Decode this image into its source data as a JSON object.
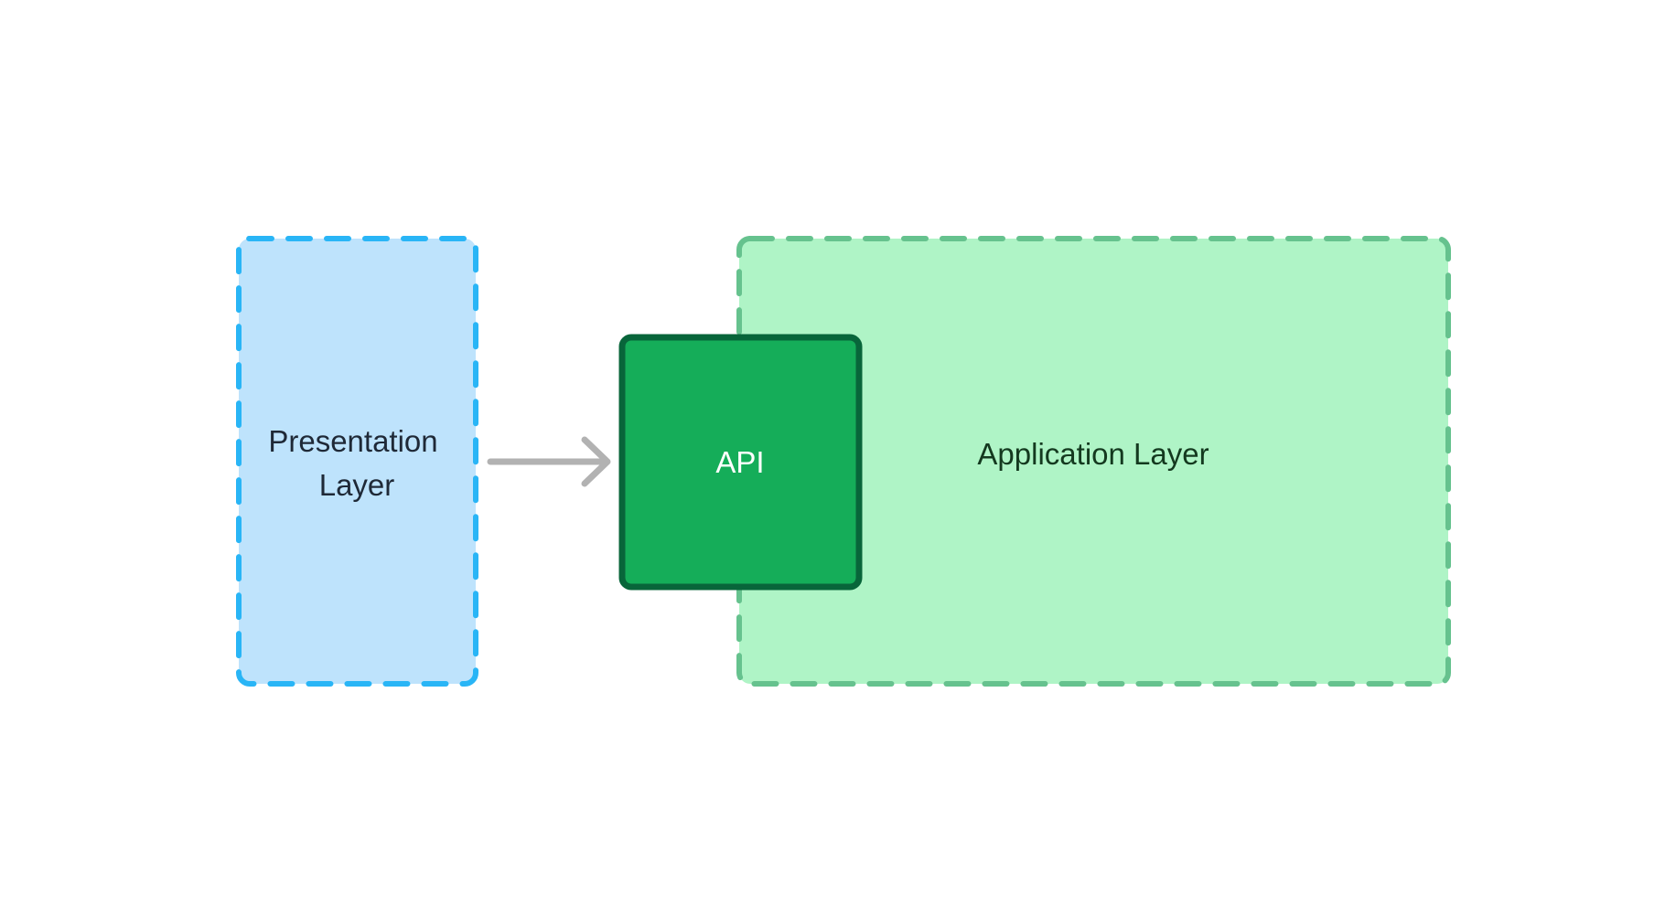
{
  "nodes": {
    "presentation": {
      "label_line1": "Presentation",
      "label_line2": "Layer",
      "fill": "#bee3fc",
      "stroke": "#29b5f6",
      "text_color": "#1f2937"
    },
    "api": {
      "label": "API",
      "fill": "#15ad59",
      "stroke": "#08653a",
      "text_color": "#ffffff"
    },
    "application": {
      "label": "Application Layer",
      "fill": "#aff4c6",
      "stroke": "#66c28e",
      "text_color": "#14391f"
    }
  },
  "edges": [
    {
      "from": "presentation",
      "to": "api",
      "color": "#b2b2b2",
      "arrow": "open-chevron"
    }
  ]
}
